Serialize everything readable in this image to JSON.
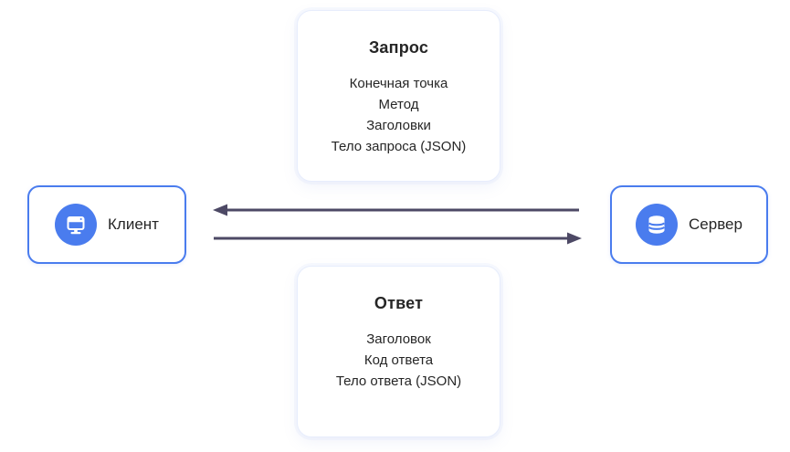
{
  "cards": {
    "request": {
      "title": "Запрос",
      "items": [
        "Конечная точка",
        "Метод",
        "Заголовки",
        "Тело запроса (JSON)"
      ]
    },
    "response": {
      "title": "Ответ",
      "items": [
        "Заголовок",
        "Код ответа",
        "Тело ответа (JSON)"
      ]
    }
  },
  "nodes": {
    "client": {
      "label": "Клиент",
      "icon": "monitor-icon"
    },
    "server": {
      "label": "Сервер",
      "icon": "database-icon"
    }
  },
  "arrows": [
    {
      "name": "server-to-client",
      "direction": "left"
    },
    {
      "name": "client-to-server",
      "direction": "right"
    }
  ],
  "colors": {
    "accent_blue": "#4a7cee",
    "arrow": "#4d4965",
    "card_border": "#e7edfc",
    "text_dark": "#262626"
  }
}
